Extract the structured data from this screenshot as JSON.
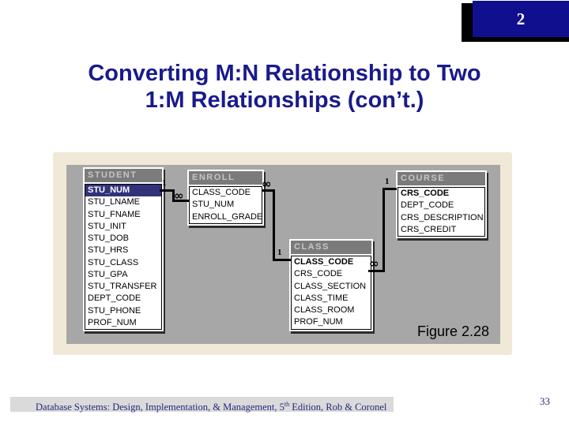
{
  "slide": {
    "badge_number": "2",
    "title_line1": "Converting M:N Relationship to Two",
    "title_line2": "1:M Relationships (con’t.)",
    "figure_caption": "Figure 2.28",
    "footer": {
      "text_main": "Database Systems: Design, Implementation, & Management, 5",
      "sup": "th",
      "text_tail": " Edition, Rob & Coronel"
    },
    "page_number": "33"
  },
  "diagram": {
    "tables": [
      {
        "name": "STUDENT",
        "fields": [
          {
            "label": "STU_NUM",
            "highlight": true,
            "bold": true
          },
          {
            "label": "STU_LNAME"
          },
          {
            "label": "STU_FNAME"
          },
          {
            "label": "STU_INIT"
          },
          {
            "label": "STU_DOB"
          },
          {
            "label": "STU_HRS"
          },
          {
            "label": "STU_CLASS"
          },
          {
            "label": "STU_GPA"
          },
          {
            "label": "STU_TRANSFER"
          },
          {
            "label": "DEPT_CODE"
          },
          {
            "label": "STU_PHONE"
          },
          {
            "label": "PROF_NUM"
          }
        ]
      },
      {
        "name": "ENROLL",
        "fields": [
          {
            "label": "CLASS_CODE"
          },
          {
            "label": "STU_NUM"
          },
          {
            "label": "ENROLL_GRADE"
          }
        ]
      },
      {
        "name": "CLASS",
        "fields": [
          {
            "label": "CLASS_CODE",
            "bold": true
          },
          {
            "label": "CRS_CODE"
          },
          {
            "label": "CLASS_SECTION"
          },
          {
            "label": "CLASS_TIME"
          },
          {
            "label": "CLASS_ROOM"
          },
          {
            "label": "PROF_NUM"
          }
        ]
      },
      {
        "name": "COURSE",
        "fields": [
          {
            "label": "CRS_CODE",
            "bold": true
          },
          {
            "label": "DEPT_CODE"
          },
          {
            "label": "CRS_DESCRIPTION"
          },
          {
            "label": "CRS_CREDIT"
          }
        ]
      }
    ],
    "connectors": [
      {
        "from": "STUDENT",
        "to": "ENROLL",
        "one": "1",
        "many": "∞"
      },
      {
        "from": "CLASS",
        "to": "ENROLL",
        "one": "1",
        "many": "∞"
      },
      {
        "from": "COURSE",
        "to": "CLASS",
        "one": "1",
        "many": "∞"
      }
    ]
  },
  "colors": {
    "title_navy": "#1a1a8c",
    "badge_blue": "#10108e",
    "table_header_gray": "#7b7b7b",
    "table_header_text": "#c6c6c6",
    "highlight_navy": "#32327a",
    "diagram_bg_gray": "#a7a7a7",
    "frame_cream": "#f0e9d7",
    "footer_bar_gray": "#dadada",
    "footer_text_navy": "#26267e"
  }
}
